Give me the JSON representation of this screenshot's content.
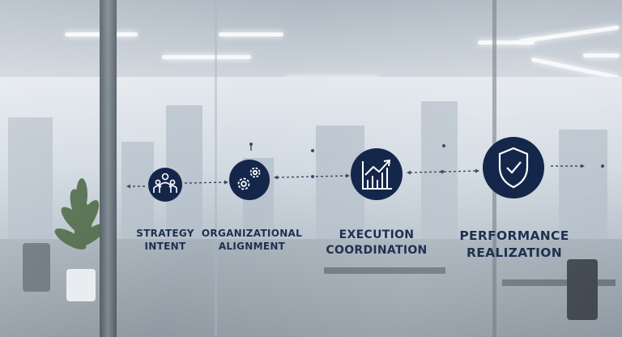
{
  "steps": [
    {
      "line1": "STRATEGY",
      "line2": "INTENT",
      "icon": "team-icon"
    },
    {
      "line1": "ORGANIZATIONAL",
      "line2": "ALIGNMENT",
      "icon": "gears-icon"
    },
    {
      "line1": "EXECUTION",
      "line2": "COORDINATION",
      "icon": "growth-chart-icon"
    },
    {
      "line1": "PERFORMANCE",
      "line2": "REALIZATION",
      "icon": "shield-check-icon"
    }
  ],
  "colors": {
    "badge": "#14264a",
    "text": "#1f3050",
    "connector": "#3a4a66"
  }
}
